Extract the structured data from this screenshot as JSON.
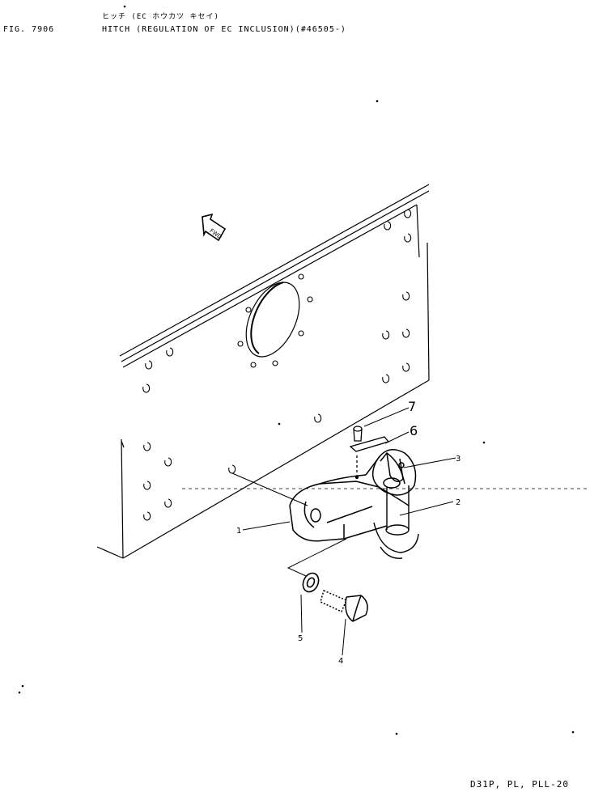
{
  "header": {
    "fig_label": "FIG. 7906",
    "title_jp": "ヒッチ (EC ホウカツ キセイ)",
    "title_en": "HITCH (REGULATION OF EC INCLUSION)(#46505-)"
  },
  "footer": {
    "model": "D31P, PL, PLL-20"
  },
  "fwd_label": "FWD",
  "callouts": {
    "p1": "1",
    "p2": "2",
    "p3": "3",
    "p4": "4",
    "p5": "5",
    "p6": "6",
    "p7": "7"
  }
}
